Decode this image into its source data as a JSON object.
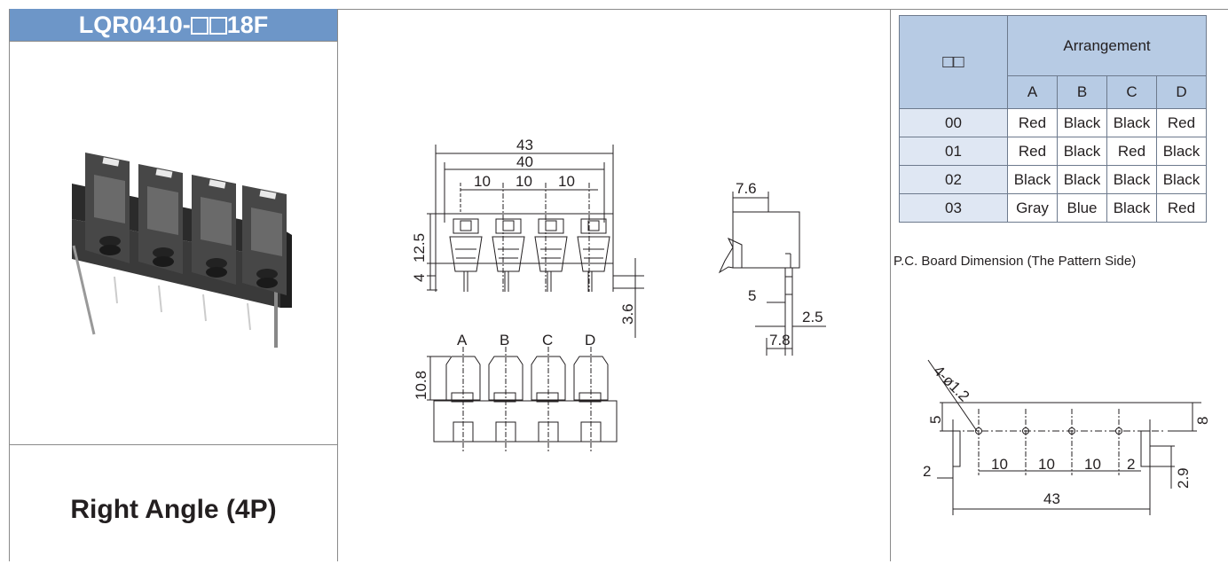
{
  "product": {
    "part_number_prefix": "LQR0410-",
    "part_number_suffix": "18F",
    "type_label": "Right Angle (4P)"
  },
  "arrangement_table": {
    "header_code": "□□",
    "header_arrangement": "Arrangement",
    "columns": [
      "A",
      "B",
      "C",
      "D"
    ],
    "rows": [
      {
        "code": "00",
        "colors": [
          "Red",
          "Black",
          "Black",
          "Red"
        ]
      },
      {
        "code": "01",
        "colors": [
          "Red",
          "Black",
          "Red",
          "Black"
        ]
      },
      {
        "code": "02",
        "colors": [
          "Black",
          "Black",
          "Black",
          "Black"
        ]
      },
      {
        "code": "03",
        "colors": [
          "Gray",
          "Blue",
          "Black",
          "Red"
        ]
      }
    ]
  },
  "pcb": {
    "caption": "P.C. Board Dimension (The Pattern Side)",
    "hole_label": "4-ø1.2",
    "dims": {
      "d5": "5",
      "d8": "8",
      "d2a": "2",
      "d10a": "10",
      "d10b": "10",
      "d10c": "10",
      "d2b": "2",
      "d29": "2.9",
      "d43": "43"
    }
  },
  "front_view": {
    "d43": "43",
    "d40": "40",
    "d10a": "10",
    "d10b": "10",
    "d10c": "10",
    "d125": "12.5",
    "d4": "4",
    "d36": "3.6"
  },
  "side_view": {
    "d76": "7.6",
    "d5": "5",
    "d25": "2.5",
    "d78": "7.8"
  },
  "bottom_view": {
    "labels": [
      "A",
      "B",
      "C",
      "D"
    ],
    "d108": "10.8"
  },
  "colors": {
    "header_blue": "#6d96c8",
    "table_header": "#b7cbe4",
    "table_body": "#dfe7f3"
  }
}
